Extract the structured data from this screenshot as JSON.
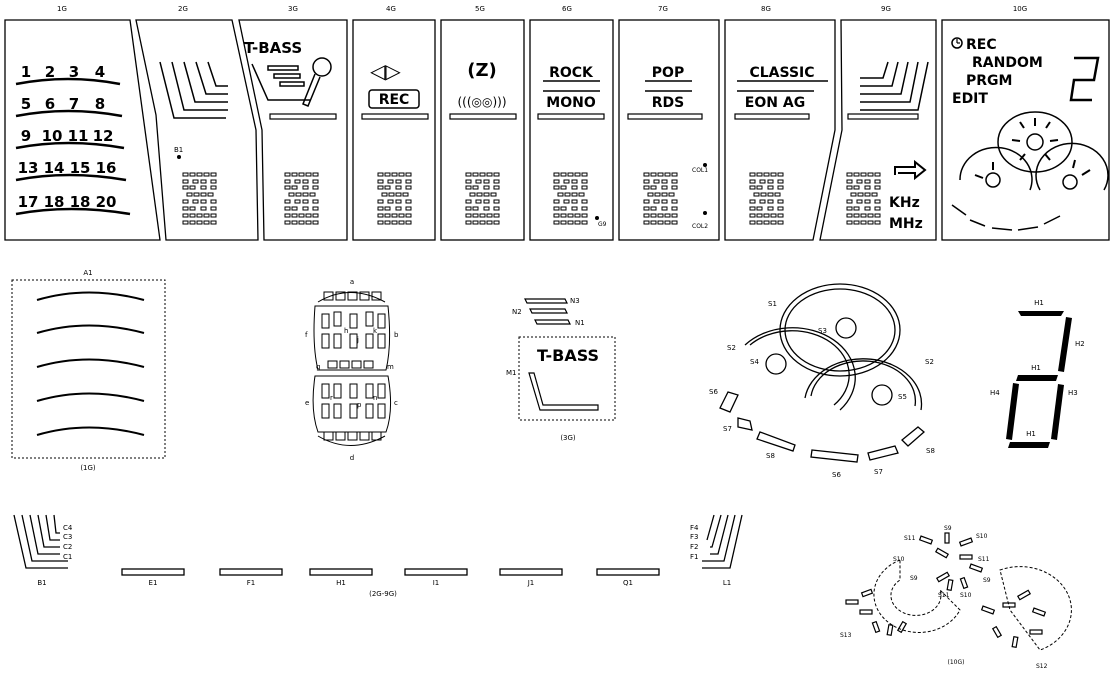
{
  "grid_labels": [
    "1G",
    "2G",
    "3G",
    "4G",
    "5G",
    "6G",
    "7G",
    "8G",
    "9G",
    "10G"
  ],
  "panel_1g": {
    "rows": [
      [
        "1",
        "2",
        "3",
        "4"
      ],
      [
        "5",
        "6",
        "7",
        "8"
      ],
      [
        "9",
        "10",
        "11",
        "12"
      ],
      [
        "13",
        "14",
        "15",
        "16"
      ],
      [
        "17",
        "18",
        "18",
        "20"
      ]
    ]
  },
  "panel_2g": {
    "dot_label": "B1"
  },
  "panel_3g": {
    "label": "T-BASS"
  },
  "panel_4g": {
    "arrows": "◁▷",
    "label": "REC"
  },
  "panel_5g": {
    "top_label": "(Z)",
    "bottom_label": "(((◎◎)))"
  },
  "panel_6g": {
    "label_top": "ROCK",
    "label_bottom": "MONO",
    "dot_label": "G9"
  },
  "panel_7g": {
    "label_top": "POP",
    "label_bottom": "RDS",
    "col1": "COL1",
    "col2": "COL2"
  },
  "panel_8g": {
    "label_top": "CLASSIC",
    "label_bottom": "EON AG"
  },
  "panel_9g": {
    "khz": "KHz",
    "mhz": "MHz"
  },
  "panel_10g": {
    "rec": "REC",
    "random": "RANDOM",
    "prgm": "PRGM",
    "edit": "EDIT"
  },
  "detail_1g": {
    "top_label": "A1",
    "caption": "(1G)"
  },
  "detail_16seg": {
    "a": "a",
    "b": "b",
    "c": "c",
    "d": "d",
    "e": "e",
    "f": "f",
    "g": "g",
    "h": "h",
    "j": "j",
    "k": "k",
    "n": "n",
    "p": "p",
    "r": "r",
    "m": "m"
  },
  "detail_3g": {
    "n3": "N3",
    "n2": "N2",
    "n1": "N1",
    "m1": "M1",
    "label": "T-BASS",
    "caption": "(3G)"
  },
  "detail_disc": {
    "s1": "S1",
    "s2a": "S2",
    "s2b": "S2",
    "s3": "S3",
    "s4": "S4",
    "s5": "S5",
    "s6a": "S6",
    "s6b": "S6",
    "s7a": "S7",
    "s7b": "S7",
    "s8a": "S8",
    "s8b": "S8"
  },
  "detail_digit": {
    "top": "H1",
    "right_top": "H2",
    "mid": "H1",
    "left": "H4",
    "right_bottom": "H3",
    "bottom": "H1"
  },
  "detail_bars": {
    "c_labels": [
      "C4",
      "C3",
      "C2",
      "C1"
    ],
    "f_labels": [
      "F4",
      "F3",
      "F2",
      "F1"
    ],
    "bar_labels": [
      "B1",
      "E1",
      "F1",
      "H1",
      "I1",
      "J1",
      "Q1",
      "L1"
    ],
    "caption": "(2G-9G)"
  },
  "detail_10g": {
    "labels": [
      "S9",
      "S11",
      "S10",
      "S10",
      "S11",
      "S9",
      "S9",
      "S11",
      "S10",
      "S13",
      "S12"
    ],
    "caption": "(10G)"
  }
}
